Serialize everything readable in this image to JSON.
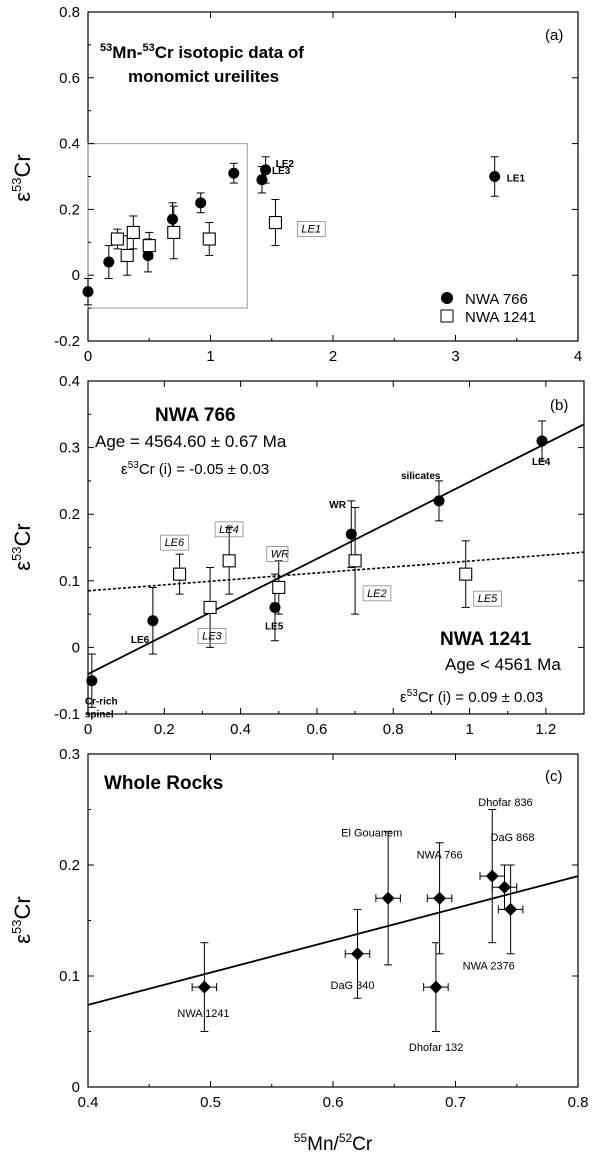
{
  "ylabel": {
    "base": "ε",
    "sup": "53",
    "rest": "Cr"
  },
  "xlabel": {
    "sup1": "55",
    "mid": "Mn/",
    "sup2": "52",
    "rest": "Cr"
  },
  "chart_data": [
    {
      "panel": "(a)",
      "type": "scatter",
      "title": {
        "sup1": "53",
        "t1": "Mn-",
        "sup2": "53",
        "t2": "Cr isotopic data of",
        "line2": "monomict ureilites"
      },
      "xlim": [
        0,
        4
      ],
      "ylim": [
        -0.2,
        0.8
      ],
      "xticks": [
        "0",
        "1",
        "2",
        "3",
        "4"
      ],
      "yticks": [
        "-0.2",
        "0",
        "0.2",
        "0.4",
        "0.6",
        "0.8"
      ],
      "legend": [
        {
          "marker": "filled-circle",
          "label": "NWA 766"
        },
        {
          "marker": "open-square",
          "label": "NWA 1241"
        }
      ],
      "inset_box": {
        "x": [
          0,
          1.3
        ],
        "y": [
          -0.1,
          0.4
        ]
      },
      "series": [
        {
          "name": "NWA 766",
          "marker": "circle",
          "points": [
            {
              "x": 0.0,
              "y": -0.05,
              "err": 0.04
            },
            {
              "x": 0.17,
              "y": 0.04,
              "err": 0.05
            },
            {
              "x": 0.49,
              "y": 0.06,
              "err": 0.05
            },
            {
              "x": 0.69,
              "y": 0.17,
              "err": 0.05
            },
            {
              "x": 0.92,
              "y": 0.22,
              "err": 0.03
            },
            {
              "x": 1.19,
              "y": 0.31,
              "err": 0.03
            },
            {
              "x": 1.42,
              "y": 0.29,
              "err": 0.04,
              "label": "LE3"
            },
            {
              "x": 1.45,
              "y": 0.32,
              "err": 0.04,
              "label": "LE2"
            },
            {
              "x": 3.32,
              "y": 0.3,
              "err": 0.06,
              "label": "LE1"
            }
          ]
        },
        {
          "name": "NWA 1241",
          "marker": "square",
          "points": [
            {
              "x": 0.24,
              "y": 0.11,
              "err": 0.03
            },
            {
              "x": 0.32,
              "y": 0.06,
              "err": 0.06
            },
            {
              "x": 0.37,
              "y": 0.13,
              "err": 0.05
            },
            {
              "x": 0.5,
              "y": 0.09,
              "err": 0.04
            },
            {
              "x": 0.7,
              "y": 0.13,
              "err": 0.08
            },
            {
              "x": 0.99,
              "y": 0.11,
              "err": 0.05
            },
            {
              "x": 1.53,
              "y": 0.16,
              "err": 0.07,
              "label": "LE1",
              "boxed": true
            }
          ]
        }
      ]
    },
    {
      "panel": "(b)",
      "type": "scatter",
      "xlim": [
        0,
        1.3
      ],
      "ylim": [
        -0.1,
        0.4
      ],
      "xticks": [
        "0",
        "0.2",
        "0.4",
        "0.6",
        "0.8",
        "1",
        "1.2"
      ],
      "yticks": [
        "-0.1",
        "0",
        "0.1",
        "0.2",
        "0.3",
        "0.4"
      ],
      "annotation_766": {
        "name": "NWA 766",
        "age": "Age = 4564.60 ± 0.67 Ma",
        "init_pre": "ε",
        "init_sup": "53",
        "init_post": "Cr (i) = -0.05  ± 0.03"
      },
      "annotation_1241": {
        "name": "NWA 1241",
        "age": "Age < 4561 Ma",
        "init_pre": "ε",
        "init_sup": "53",
        "init_post": "Cr (i) = 0.09  ± 0.03"
      },
      "fits": [
        {
          "name": "NWA 766",
          "style": "solid",
          "x": [
            0,
            1.3
          ],
          "y": [
            -0.04,
            0.335
          ]
        },
        {
          "name": "NWA 1241",
          "style": "dotted",
          "x": [
            0,
            1.3
          ],
          "y": [
            0.085,
            0.143
          ]
        }
      ],
      "series": [
        {
          "name": "NWA 766",
          "marker": "circle",
          "points": [
            {
              "x": 0.01,
              "y": -0.05,
              "err": 0.04,
              "label": "Cr-rich",
              "label2": "spinel"
            },
            {
              "x": 0.17,
              "y": 0.04,
              "err": 0.05,
              "label": "LE6"
            },
            {
              "x": 0.49,
              "y": 0.06,
              "err": 0.05,
              "label": "LE5"
            },
            {
              "x": 0.69,
              "y": 0.17,
              "err": 0.05,
              "label": "WR"
            },
            {
              "x": 0.92,
              "y": 0.22,
              "err": 0.03,
              "label": "silicates"
            },
            {
              "x": 1.19,
              "y": 0.31,
              "err": 0.03,
              "label": "LE4"
            }
          ]
        },
        {
          "name": "NWA 1241",
          "marker": "square",
          "points": [
            {
              "x": 0.24,
              "y": 0.11,
              "err": 0.03,
              "label": "LE6"
            },
            {
              "x": 0.32,
              "y": 0.06,
              "err": 0.06,
              "label": "LE3"
            },
            {
              "x": 0.37,
              "y": 0.13,
              "err": 0.05,
              "label": "LE4"
            },
            {
              "x": 0.5,
              "y": 0.09,
              "err": 0.04,
              "label": "WR"
            },
            {
              "x": 0.7,
              "y": 0.13,
              "err": 0.08,
              "label": "LE2"
            },
            {
              "x": 0.99,
              "y": 0.11,
              "err": 0.05,
              "label": "LE5"
            }
          ]
        }
      ]
    },
    {
      "panel": "(c)",
      "type": "scatter",
      "title": "Whole Rocks",
      "xlim": [
        0.4,
        0.8
      ],
      "ylim": [
        0,
        0.3
      ],
      "xticks": [
        "0.4",
        "0.5",
        "0.6",
        "0.7",
        "0.8"
      ],
      "yticks": [
        "0",
        "0.1",
        "0.2",
        "0.3"
      ],
      "fits": [
        {
          "style": "solid",
          "x": [
            0.4,
            0.8
          ],
          "y": [
            0.074,
            0.19
          ]
        }
      ],
      "series": [
        {
          "name": "Whole Rocks",
          "marker": "diamond",
          "points": [
            {
              "x": 0.495,
              "y": 0.09,
              "err": 0.04,
              "xerr": 0.01,
              "label": "NWA 1241"
            },
            {
              "x": 0.62,
              "y": 0.12,
              "err": 0.04,
              "xerr": 0.01,
              "label": "DaG 340"
            },
            {
              "x": 0.645,
              "y": 0.17,
              "err": 0.06,
              "xerr": 0.01,
              "label": "El Gouanem"
            },
            {
              "x": 0.684,
              "y": 0.09,
              "err": 0.04,
              "xerr": 0.01,
              "label": "Dhofar 132"
            },
            {
              "x": 0.687,
              "y": 0.17,
              "err": 0.05,
              "xerr": 0.01,
              "label": "NWA 766"
            },
            {
              "x": 0.73,
              "y": 0.19,
              "err": 0.06,
              "xerr": 0.01,
              "label": "Dhofar 836"
            },
            {
              "x": 0.74,
              "y": 0.18,
              "err": 0.02,
              "xerr": 0.01,
              "label": "DaG 868"
            },
            {
              "x": 0.745,
              "y": 0.16,
              "err": 0.04,
              "xerr": 0.01,
              "label": "NWA 2376"
            }
          ]
        }
      ]
    }
  ]
}
